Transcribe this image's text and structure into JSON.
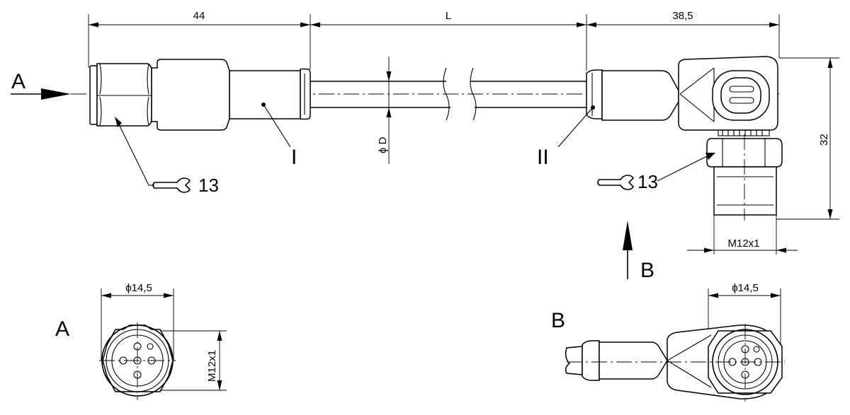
{
  "dimensions": {
    "length_left": "44",
    "length_cable": "L",
    "length_right": "38,5",
    "height_right": "32",
    "cable_diameter": "ϕ D",
    "thread_right": "M12x1",
    "thread_view_a": "M12x1",
    "diameter_view_a": "ϕ14,5",
    "diameter_view_b": "ϕ14,5"
  },
  "labels": {
    "view_a_arrow": "A",
    "view_b_arrow": "B",
    "view_a_title": "A",
    "view_b_title": "B",
    "marker_i": "I",
    "marker_ii": "II",
    "wrench_left": "13",
    "wrench_right": "13"
  },
  "icons": [
    "wrench-icon",
    "arrow-icon"
  ]
}
